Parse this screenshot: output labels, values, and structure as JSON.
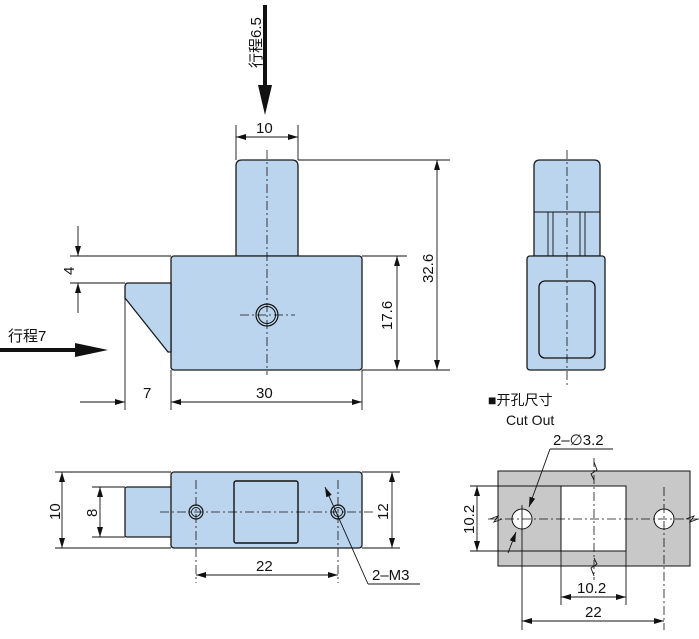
{
  "front_view": {
    "stroke_vertical": "行程6.5",
    "stroke_horizontal": "行程7",
    "dim_plunger_width": "10",
    "dim_total_height": "32.6",
    "dim_body_height": "17.6",
    "dim_step": "4",
    "dim_wedge": "7",
    "dim_body_width": "30"
  },
  "bottom_view": {
    "dim_height_outer": "10",
    "dim_height_tab": "8",
    "dim_height_right": "12",
    "dim_hole_pitch": "22",
    "thread_callout": "2–M3"
  },
  "cutout": {
    "title": "■开孔尺寸",
    "subtitle": "Cut Out",
    "hole_callout": "2–∅3.2",
    "dim_square_height": "10.2",
    "dim_square_width": "10.2",
    "dim_hole_pitch": "22"
  },
  "colors": {
    "part_fill": "#bcd5ee",
    "cutout_fill": "#c8c8c8"
  }
}
